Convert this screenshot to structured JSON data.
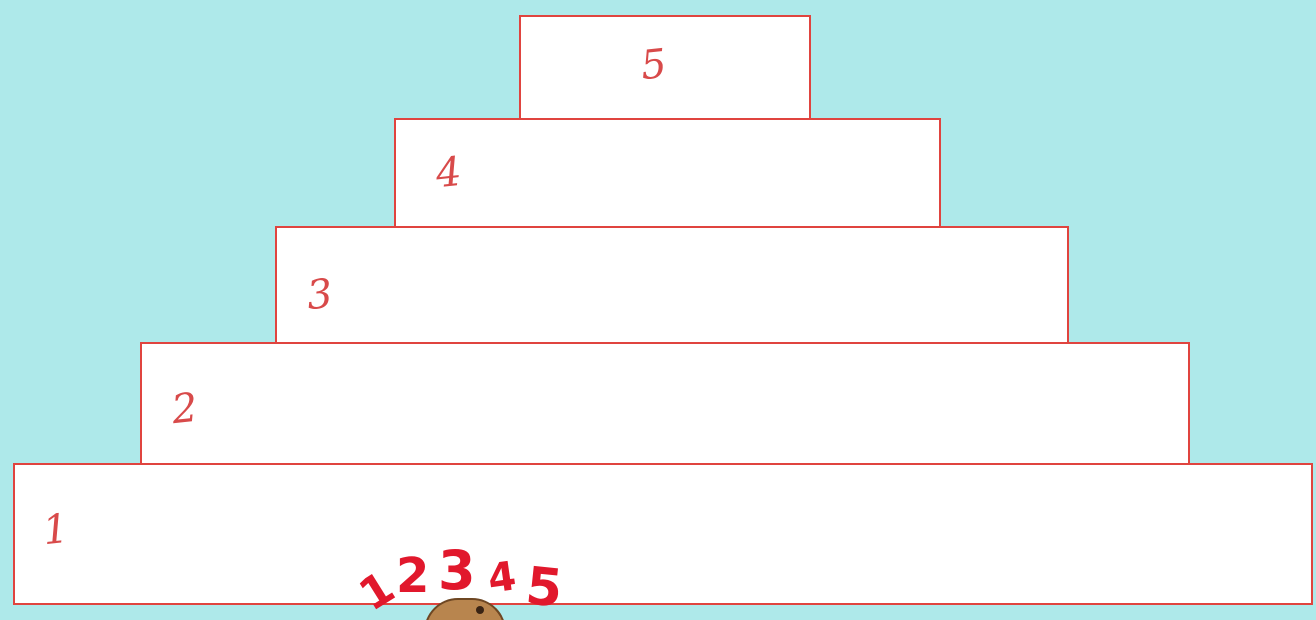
{
  "diagram": {
    "tiers": [
      {
        "label": "5"
      },
      {
        "label": "4"
      },
      {
        "label": "3"
      },
      {
        "label": "2"
      },
      {
        "label": "1"
      }
    ],
    "numbers_title": [
      "1",
      "2",
      "3",
      "4",
      "5"
    ],
    "colors": {
      "background": "#aee9ea",
      "tier_fill": "#ffffff",
      "tier_border": "#e0443f",
      "handwriting": "#d84a4a",
      "title_digits": "#e1182c"
    }
  }
}
